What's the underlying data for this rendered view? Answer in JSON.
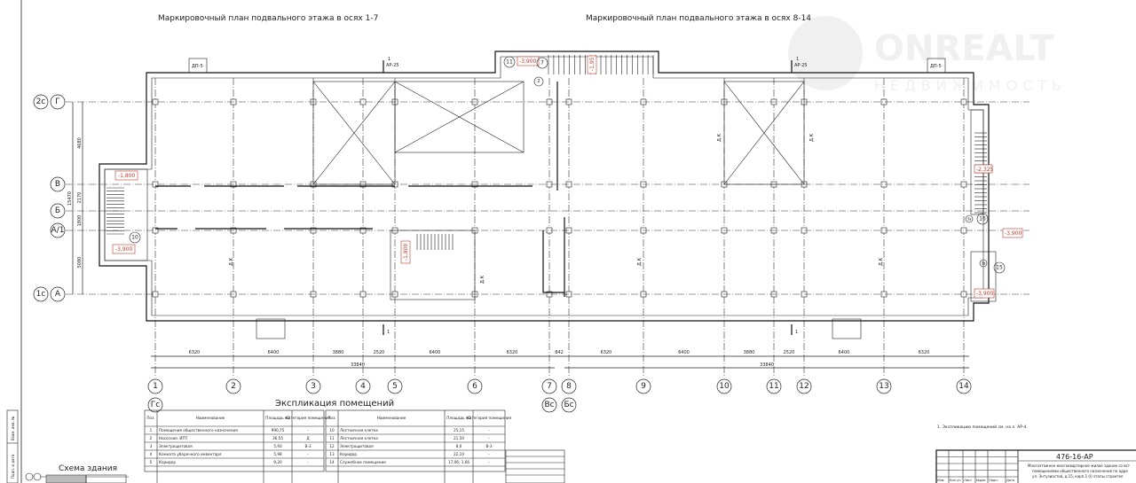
{
  "titles": {
    "left": "Маркировочный план подвального этажа в осях 1-7",
    "right": "Маркировочный план подвального этажа в осях 8-14"
  },
  "watermark": {
    "brand": "ONREALT",
    "sub": "НЕДВИЖИМОСТЬ"
  },
  "axes": {
    "columns": [
      "1",
      "2",
      "3",
      "4",
      "5",
      "6",
      "7",
      "8",
      "9",
      "10",
      "11",
      "12",
      "13",
      "14"
    ],
    "extra_column_labels": [
      "Вс",
      "Бс"
    ],
    "first_column_extra": "Гс",
    "rows": [
      "Г",
      "В",
      "Б",
      "А/1",
      "А"
    ],
    "row_extras": [
      "2с",
      "1с"
    ]
  },
  "dimensions": {
    "spans": [
      "6320",
      "6400",
      "3880",
      "2520",
      "6400",
      "6320",
      "842",
      "6320",
      "6400",
      "3880",
      "2520",
      "6400",
      "6320"
    ],
    "total_left": "33840",
    "total_right": "33840",
    "vertical": [
      "4680",
      "2170",
      "1800",
      "5080"
    ],
    "vertical_total": "15470"
  },
  "levels": [
    "-1,800",
    "-3,900",
    "-1,800",
    "-3,900",
    "-1,95",
    "-2,325",
    "-3,900",
    "-3,900"
  ],
  "room_numbers": [
    "10",
    "11",
    "7",
    "2",
    "16",
    "15",
    "3а",
    "3а"
  ],
  "section_marks": [
    "1",
    "АР-25",
    "1",
    "АР-25",
    "1",
    "1"
  ],
  "small_labels": {
    "dp": "ДП-5",
    "dk": "Д.К"
  },
  "explication": {
    "title": "Экспликация помещений",
    "headers": [
      "Поз.",
      "Наименование",
      "Площадь м2",
      "Категория помещения"
    ],
    "left_rows": [
      [
        "1",
        "Помещения общественного назначения",
        "990,75",
        "-"
      ],
      [
        "2",
        "Насосная. ИТП",
        "36,55",
        "Д"
      ],
      [
        "3",
        "Электрощитовая",
        "5,93",
        "В-3"
      ],
      [
        "4",
        "Комната уборочного инвентаря",
        "5,98",
        "-"
      ],
      [
        "5",
        "Коридор",
        "9,20",
        "-"
      ]
    ],
    "right_rows": [
      [
        "10",
        "Лестничная клетка",
        "25,15",
        "-"
      ],
      [
        "11",
        "Лестничная клетка",
        "21,50",
        "-"
      ],
      [
        "12",
        "Электрощитовая",
        "8,0",
        "В-3"
      ],
      [
        "13",
        "Коридор",
        "22,10",
        "-"
      ],
      [
        "14",
        "Служебное помещение",
        "17,06; 1,66",
        "-"
      ]
    ]
  },
  "note": "1. Экспликацию помещений см. на л. АР-4.",
  "title_block": {
    "code": "476-16-АР",
    "desc1": "Многоэтажное многоквартирное жилое здание со вст",
    "desc2": "помещениями общественного назначения по адре",
    "desc3": "ул. Энтузиастов, д.15, корп.1 (І) этапы строител",
    "cols": [
      "Изм.",
      "Кол.уч",
      "Лист",
      "№док",
      "Подп.",
      "Дата"
    ]
  },
  "stamp": {
    "replace": "Взам. инв. №",
    "sign": "Подп. и дата"
  },
  "scheme_title": "Схема здания"
}
